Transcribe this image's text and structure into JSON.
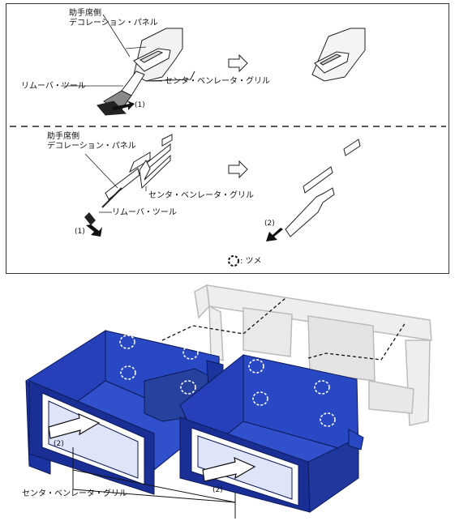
{
  "top_panel": {
    "step1": {
      "passenger_panel_label_line1": "助手席側",
      "passenger_panel_label_line2": "デコレーション・パネル",
      "remover_tool_label": "リムーバ・ツール",
      "center_vent_label": "センタ・ベンレータ・グリル",
      "callout": "(1)"
    },
    "step2": {
      "passenger_panel_label_line1": "助手席側",
      "passenger_panel_label_line2": "デコレーション・パネル",
      "center_vent_label": "センタ・ベンレータ・グリル",
      "remover_tool_label": "リムーバ・ツール",
      "callout1": "(1)",
      "callout2": "(2)"
    },
    "legend": {
      "symbol": "claw-marker",
      "label": ": ツメ"
    }
  },
  "bottom": {
    "callout_left": "(2)",
    "callout_right": "(2)",
    "center_vent_label": "センタ・ベンレータ・グリル",
    "grille_color": "#1f3fb0"
  }
}
